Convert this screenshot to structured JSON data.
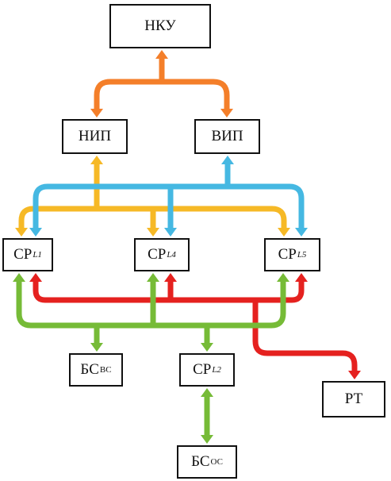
{
  "colors": {
    "orange": "#f47f2a",
    "yellow": "#f6b926",
    "blue": "#45b8e2",
    "red": "#e5211f",
    "green": "#76bb37",
    "border": "#111111"
  },
  "nodes": {
    "nku": {
      "text": "НКУ"
    },
    "nip": {
      "text": "НИП"
    },
    "vip": {
      "text": "ВИП"
    },
    "cp_l1": {
      "text": "СР",
      "sub": "L1"
    },
    "cp_l4": {
      "text": "СР",
      "sub": "L4"
    },
    "cp_l5": {
      "text": "СР",
      "sub": "L5"
    },
    "bs_vs": {
      "text": "БС",
      "sub": "ВС"
    },
    "cp_l2": {
      "text": "СР",
      "sub": "L2"
    },
    "pt": {
      "text": "РТ"
    },
    "bs_os": {
      "text": "БС",
      "sub": "ОС"
    }
  }
}
